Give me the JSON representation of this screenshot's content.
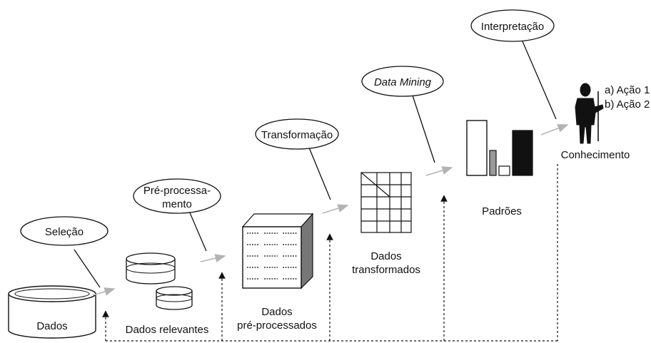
{
  "steps": {
    "selecao": "Seleção",
    "preprocessamento_line1": "Pré-processa-",
    "preprocessamento_line2": "mento",
    "transformacao": "Transformação",
    "data_mining": "Data Mining",
    "interpretacao": "Interpretação"
  },
  "stages": {
    "dados": "Dados",
    "dados_relevantes": "Dados relevantes",
    "dados_preprocessados_line1": "Dados",
    "dados_preprocessados_line2": "pré-processados",
    "dados_transformados_line1": "Dados",
    "dados_transformados_line2": "transformados",
    "padroes": "Padrões",
    "conhecimento": "Conhecimento"
  },
  "actions": {
    "a": "a) Ação 1",
    "b": "b) Ação 2"
  }
}
